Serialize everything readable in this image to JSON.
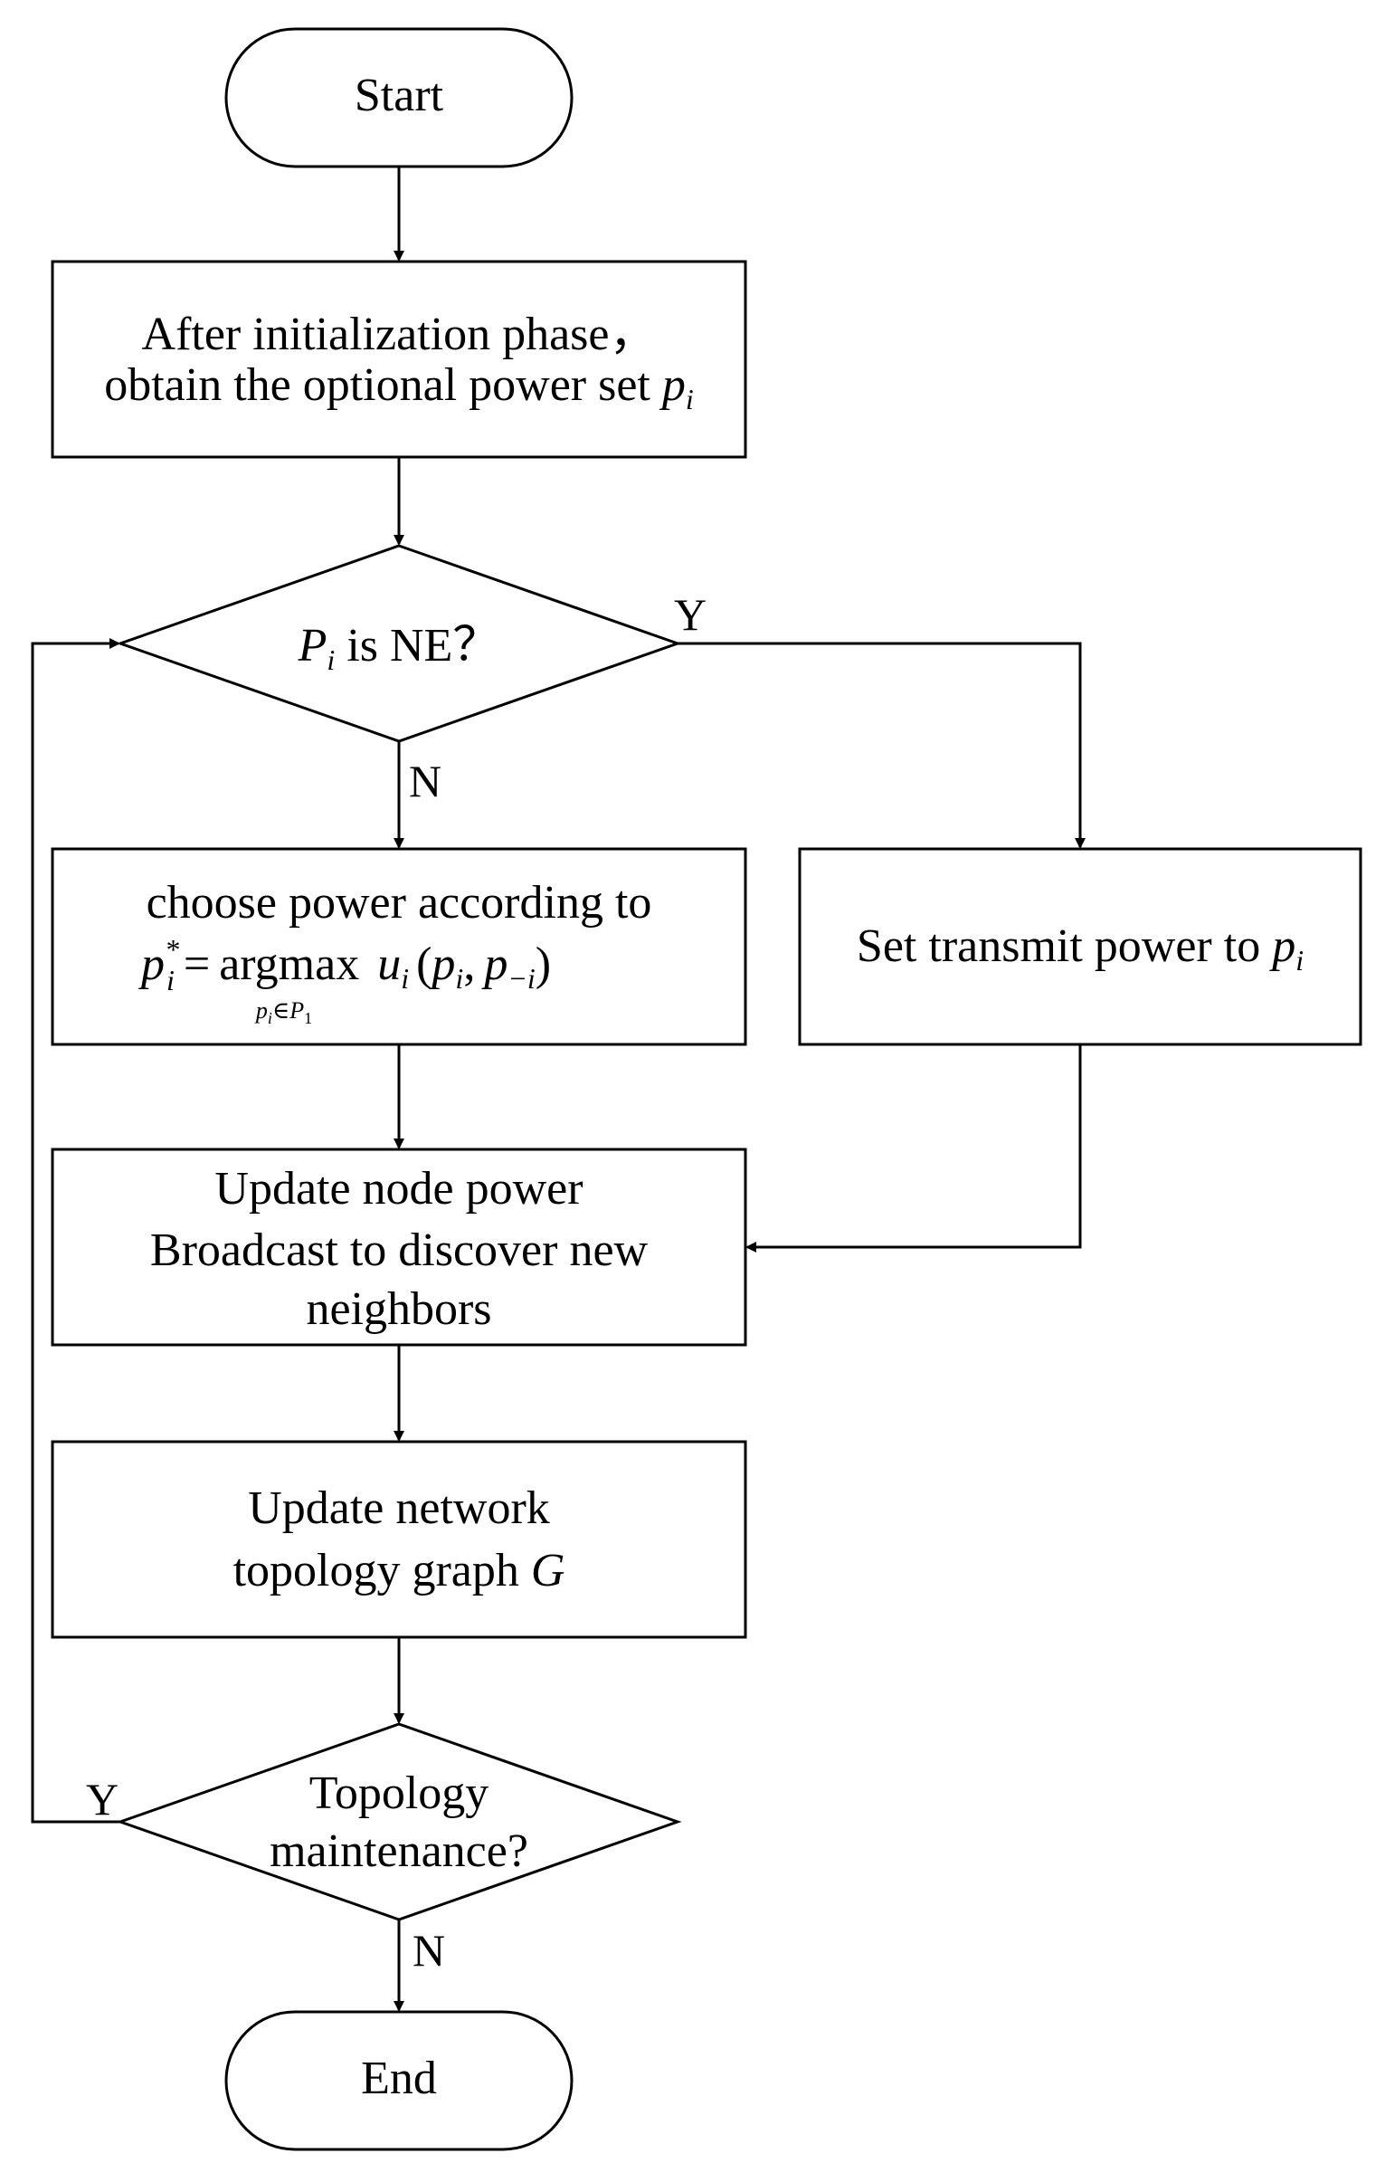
{
  "nodes": {
    "start": {
      "label": "Start"
    },
    "init": {
      "line1": "After initialization phase，",
      "line2_text": "obtain the optional power set ",
      "line2_var": "p",
      "line2_sub": "i"
    },
    "decision_ne": {
      "var": "P",
      "sub": "i",
      "text": " is NE？"
    },
    "choose_power": {
      "line1": "choose power according to",
      "formula_lhs_var": "p",
      "formula_lhs_sup": "*",
      "formula_lhs_sub": "i",
      "formula_eq": "=",
      "formula_op": "argmax",
      "formula_func": "u",
      "formula_func_sub": "i",
      "formula_open": "(",
      "formula_arg1": "p",
      "formula_arg1_sub": "i",
      "formula_comma": ",",
      "formula_arg2": "p",
      "formula_arg2_sub": "−i",
      "formula_close": ")",
      "formula_under_var": "p",
      "formula_under_sub": "i",
      "formula_under_in": "∈",
      "formula_under_set": "P",
      "formula_under_set_sub": "1"
    },
    "set_power": {
      "text": "Set transmit power to ",
      "var": "p",
      "sub": "i"
    },
    "update_node": {
      "line1": "Update node power",
      "line2": "Broadcast to discover new",
      "line3": "neighbors"
    },
    "update_topology": {
      "line1": "Update network",
      "line2_text": "topology graph ",
      "line2_var": "G"
    },
    "decision_topo": {
      "line1": "Topology",
      "line2": "maintenance?"
    },
    "end": {
      "label": "End"
    }
  },
  "edge_labels": {
    "ne_yes": "Y",
    "ne_no": "N",
    "topo_yes": "Y",
    "topo_no": "N"
  }
}
